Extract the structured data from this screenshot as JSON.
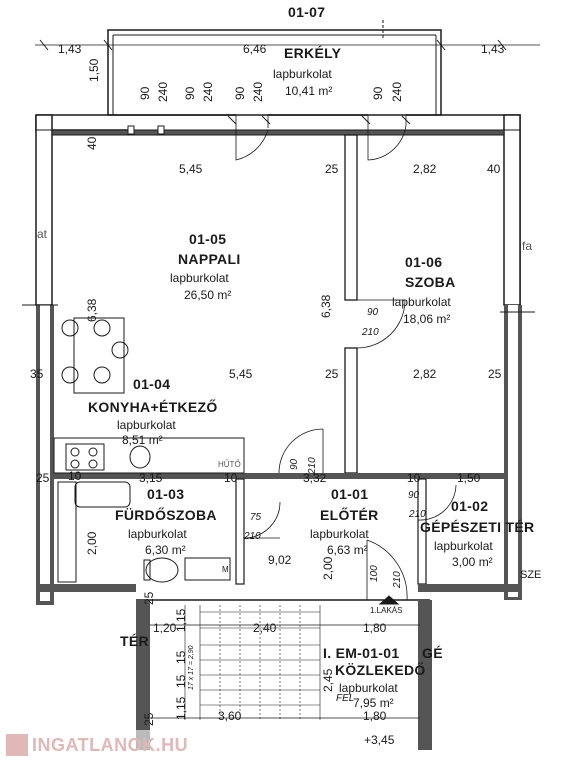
{
  "rooms": {
    "balcony": {
      "code": "01-07",
      "name": "ERKÉLY",
      "floor": "lapburkolat",
      "area": "10,41 m²"
    },
    "living": {
      "code": "01-05",
      "name": "NAPPALI",
      "floor": "lapburkolat",
      "area": "26,50 m²"
    },
    "room": {
      "code": "01-06",
      "name": "SZOBA",
      "floor": "lapburkolat",
      "area": "18,06 m²"
    },
    "kitchen": {
      "code": "01-04",
      "name": "KONYHA+ÉTKEZŐ",
      "floor": "lapburkolat",
      "area": "8,51 m²"
    },
    "bath": {
      "code": "01-03",
      "name": "FÜRDŐSZOBA",
      "floor": "lapburkolat",
      "area": "6,30 m²"
    },
    "hall": {
      "code": "01-01",
      "name": "ELŐTÉR",
      "floor": "lapburkolat",
      "area": "6,63 m²"
    },
    "tech": {
      "code": "01-02",
      "name": "GÉPÉSZETI TÉR",
      "floor": "lapburkolat",
      "area": "3,00 m²"
    },
    "corridor": {
      "code": "I. EM-01-01",
      "name": "KÖZLEKEDŐ",
      "floor": "lapburkolat",
      "area": "7,95 m²"
    }
  },
  "dims": {
    "d143l": "1,43",
    "d646": "6,46",
    "d143r": "1,43",
    "d150": "1,50",
    "d545a": "5,45",
    "d25a": "25",
    "d282a": "2,82",
    "d40a": "40",
    "d40l": "40",
    "d638a": "6,38",
    "d638b": "6,38",
    "d545b": "5,45",
    "d25b": "25",
    "d282b": "2,82",
    "d25c": "25",
    "d35": "35",
    "d25d": "25",
    "d10a": "10",
    "d315": "3,15",
    "d10b": "10",
    "d332": "3,32",
    "d10c": "10",
    "d150b": "1,50",
    "d200a": "2,00",
    "d902": "9,02",
    "d200b": "2,00",
    "d120": "1,20",
    "d115a": "1,15",
    "d240": "2,40",
    "d180a": "1,80",
    "d245": "2,45",
    "d115b": "1,15",
    "d15a": "15",
    "d15b": "15",
    "d360": "3,60",
    "d180b": "1,80",
    "d25e": "25",
    "d25f": "25",
    "door90a": "90",
    "door240a": "240",
    "door90b": "90",
    "door240b": "240",
    "door90c": "90",
    "door240c": "240",
    "door90d": "90",
    "door240d": "240",
    "door90e": "90",
    "door210e": "210",
    "door90f": "90",
    "door210f": "210",
    "door75": "75",
    "door210g": "210",
    "door90h": "90",
    "door210h": "210",
    "door100": "100",
    "door210i": "210",
    "lev": "+3,45",
    "fel": "FEL",
    "stair": "17 x 17 = 2,90"
  },
  "labels": {
    "hut": "HŰTŐ",
    "lakas": "1.LAKÁS",
    "m": "M",
    "at_l": "at",
    "at_r": "fa",
    "ter": "TÉR",
    "ge": "GÉ",
    "sze": "SZE"
  },
  "watermark": {
    "text": "INGATLANOK.HU"
  },
  "colors": {
    "line": "#1a1a1a",
    "watermark": "#e0b8b8"
  }
}
